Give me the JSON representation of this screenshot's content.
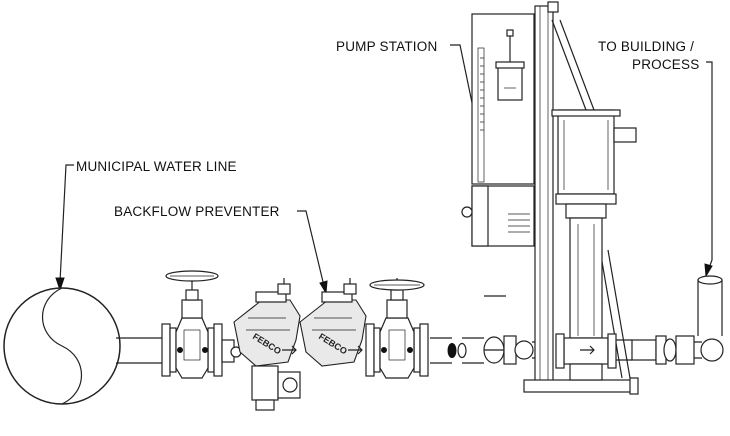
{
  "labels": {
    "pump_station": "PUMP STATION",
    "to_building_line1": "TO BUILDING /",
    "to_building_line2": "PROCESS",
    "municipal_water_line": "MUNICIPAL WATER LINE",
    "backflow_preventer": "BACKFLOW PREVENTER"
  },
  "valve_brand": "FEBCO",
  "colors": {
    "ink": "#222222",
    "background": "#ffffff",
    "shade": "#e9e9e9"
  }
}
